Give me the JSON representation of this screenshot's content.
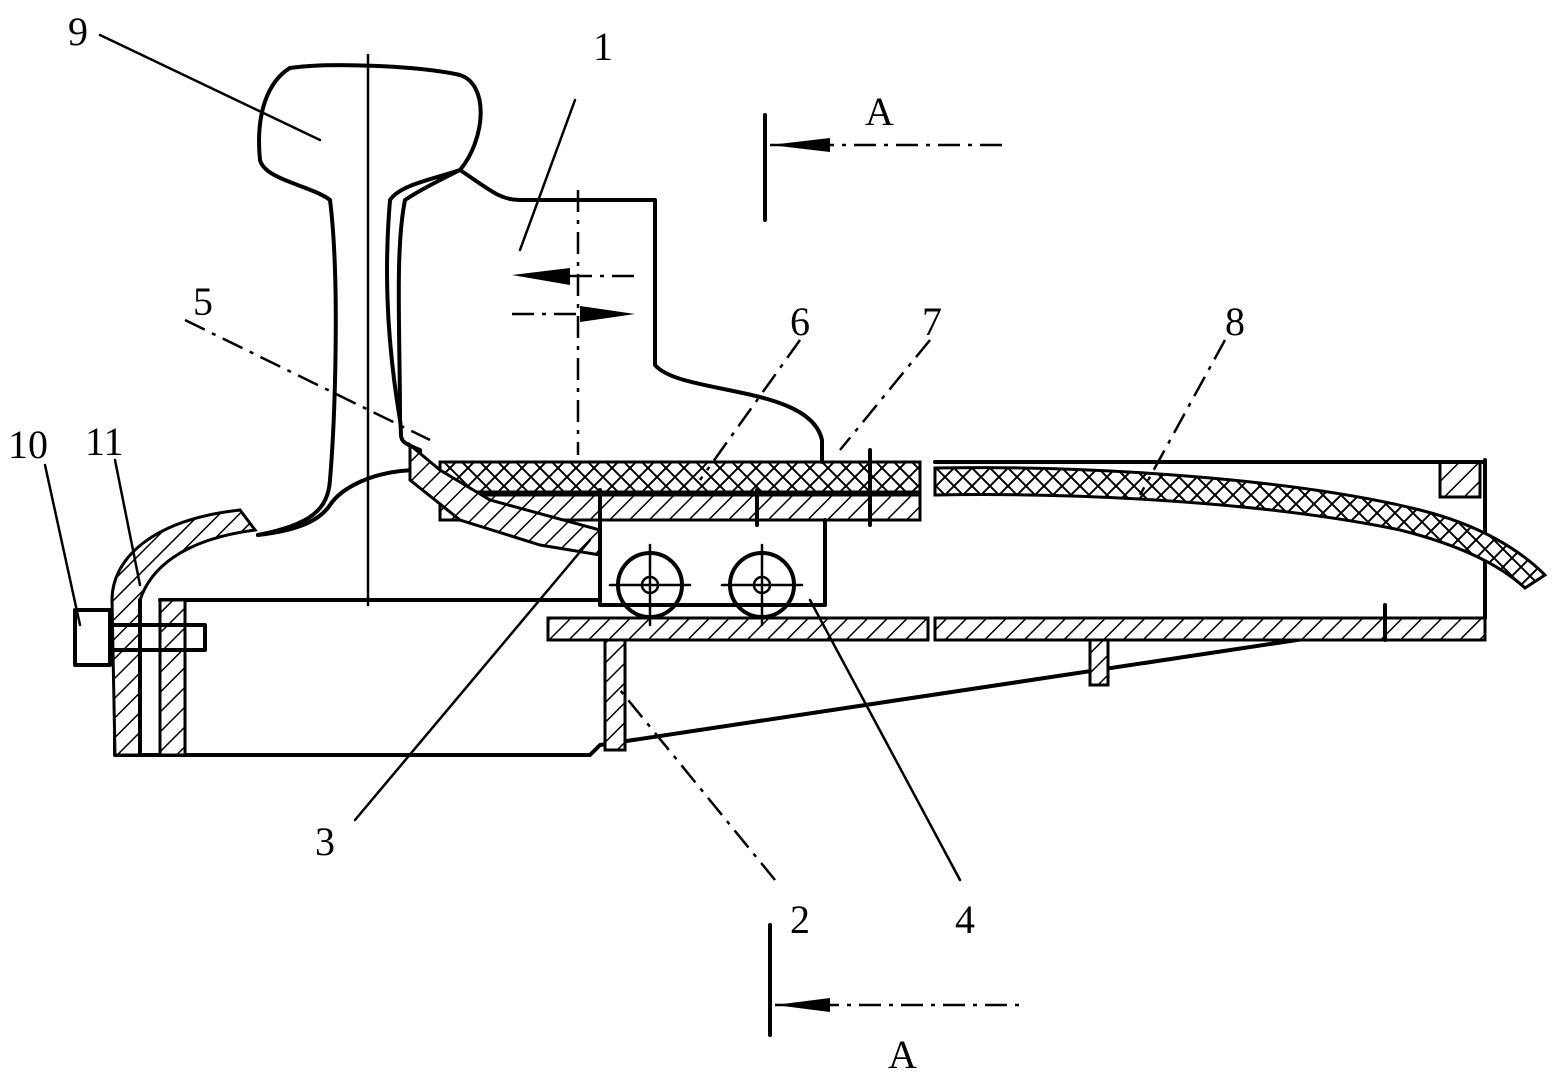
{
  "labels": {
    "l1": "1",
    "l2": "2",
    "l3": "3",
    "l4": "4",
    "l5": "5",
    "l6": "6",
    "l7": "7",
    "l8": "8",
    "l9": "9",
    "l10": "10",
    "l11": "11",
    "section_top": "A",
    "section_bottom": "A"
  }
}
